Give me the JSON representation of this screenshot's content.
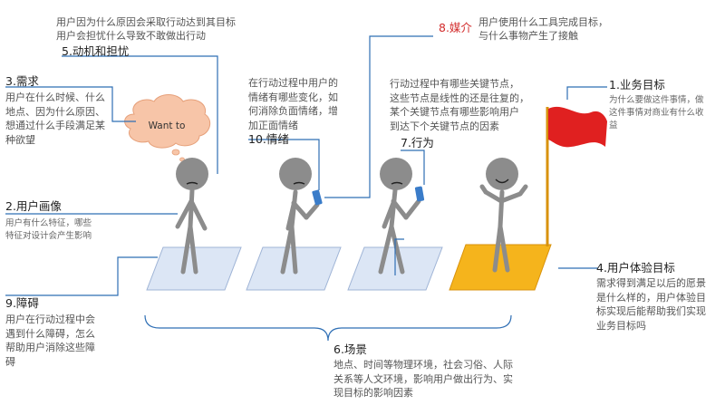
{
  "top_note": "用户因为什么原因会采取行动达到其目标\n用户会担忧什么导致不敢做出行动",
  "items": {
    "motivation": {
      "title": "5.动机和担忧"
    },
    "need": {
      "title": "3.需求",
      "desc": "用户在什么时候、什么\n地点、因为什么原因、\n想通过什么手段满足某\n种欲望"
    },
    "persona": {
      "title": "2.用户画像",
      "desc": "用户有什么特征，哪些\n特征对设计会产生影响"
    },
    "emotion": {
      "title": "10.情绪",
      "desc": "在行动过程中用户的\n情绪有哪些变化，如\n何消除负面情绪，增\n加正面情绪"
    },
    "media": {
      "title": "8.媒介",
      "desc": "用户使用什么工具完成目标，\n与什么事物产生了接触"
    },
    "action": {
      "title": "7.行为",
      "desc": "行动过程中有哪些关键节点，\n这些节点是线性的还是往复的，\n某个关键节点有哪些影响用户\n到达下个关键节点的因素"
    },
    "business": {
      "title": "1.业务目标",
      "desc": "为什么要做这件事情，做\n这件事情对商业有什么收\n益"
    },
    "ux_goal": {
      "title": "4.用户体验目标",
      "desc": "需求得到满足以后的愿景\n是什么样的，用户体验目\n标实现后能帮助我们实现\n业务目标吗"
    },
    "obstacle": {
      "title": "9.障碍",
      "desc": "用户在行动过程中会\n遇到什么障碍，怎么\n帮助用户消除这些障\n碍"
    },
    "scene": {
      "title": "6.场景",
      "desc": "地点、时间等物理环境，社会习俗、人际\n关系等人文环境，影响用户做出行为、实\n现目标的影响因素"
    }
  },
  "bubble_text": "Want to",
  "colors": {
    "line": "#2f6fb5",
    "platform": "#dce6f5",
    "platform_stroke": "#9fb4d6",
    "goal_platform": "#f5b41c",
    "goal_stroke": "#d8920c",
    "flag": "#e02020",
    "bubble": "#f7c5a8",
    "figure": "#8c8c8c",
    "phone": "#3a7cc9",
    "media_title": "#d22b2b"
  }
}
